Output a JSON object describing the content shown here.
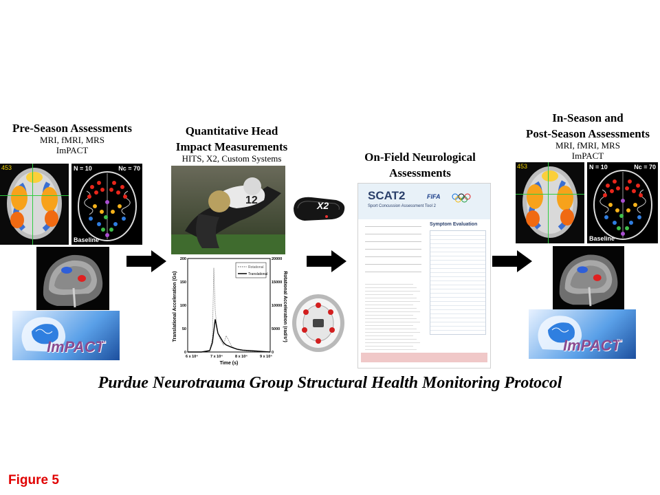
{
  "sections": {
    "preseason": {
      "title": "Pre-Season Assessments",
      "sub": [
        "MRI, fMRI, MRS",
        "ImPACT"
      ]
    },
    "quant": {
      "title": [
        "Quantitative Head",
        "Impact Measurements"
      ],
      "sub": "HITS, X2, Custom Systems"
    },
    "onfield": {
      "title": [
        "On-Field Neurological",
        "Assessments"
      ]
    },
    "inseason": {
      "title": [
        "In-Season and",
        "Post-Season Assessments"
      ],
      "sub": [
        "MRI, fMRI, MRS",
        "ImPACT"
      ]
    }
  },
  "brain_map": {
    "n": "N = 10",
    "nc": "Nc = 70",
    "label": "Baseline",
    "slice": "453"
  },
  "impact_logo": {
    "text": "ImPACT",
    "tm": "TM"
  },
  "sensor_label": "X2",
  "scat": {
    "title": "SCAT2",
    "subtitle": "Sport Concussion Assessment Tool 2",
    "logo_fifa": "FIFA",
    "section": "Symptom Evaluation"
  },
  "chart_data": {
    "type": "line",
    "title": "",
    "xlabel": "Time (s)",
    "ylabel": "Translational Acceleration (Gs)",
    "y2label": "Rotational Acceleration (rad/s²)",
    "xlim": [
      0.006,
      0.009
    ],
    "ylim": [
      0,
      200
    ],
    "y2lim": [
      0,
      20000
    ],
    "x_tick_labels": [
      "6 x 10⁴",
      "7 x 10⁴",
      "8 x 10⁴",
      "9 x 10⁴"
    ],
    "y_ticks": [
      0,
      50,
      100,
      150,
      200
    ],
    "y2_ticks": [
      0,
      5000,
      10000,
      15000,
      20000
    ],
    "legend": [
      "Rotational",
      "Translational"
    ],
    "series": [
      {
        "name": "Rotational",
        "style": "dashed",
        "x": [
          0.006,
          0.0065,
          0.0068,
          0.0069,
          0.00695,
          0.007,
          0.00705,
          0.0071,
          0.0072,
          0.0073,
          0.0074,
          0.0076,
          0.0078,
          0.008,
          0.0085,
          0.009
        ],
        "y": [
          0,
          0,
          300,
          3000,
          18000,
          9000,
          6000,
          4000,
          2500,
          1500,
          3500,
          1200,
          500,
          300,
          100,
          0
        ]
      },
      {
        "name": "Translational",
        "style": "solid",
        "x": [
          0.006,
          0.0065,
          0.0068,
          0.0069,
          0.007,
          0.00705,
          0.0071,
          0.0072,
          0.0073,
          0.0074,
          0.0076,
          0.0078,
          0.008,
          0.0085,
          0.009
        ],
        "y": [
          0,
          0,
          3,
          20,
          70,
          55,
          40,
          30,
          20,
          15,
          10,
          6,
          4,
          2,
          0
        ]
      }
    ]
  },
  "caption": "Purdue Neurotrauma Group Structural Health Monitoring Protocol",
  "figure_label": "Figure 5"
}
